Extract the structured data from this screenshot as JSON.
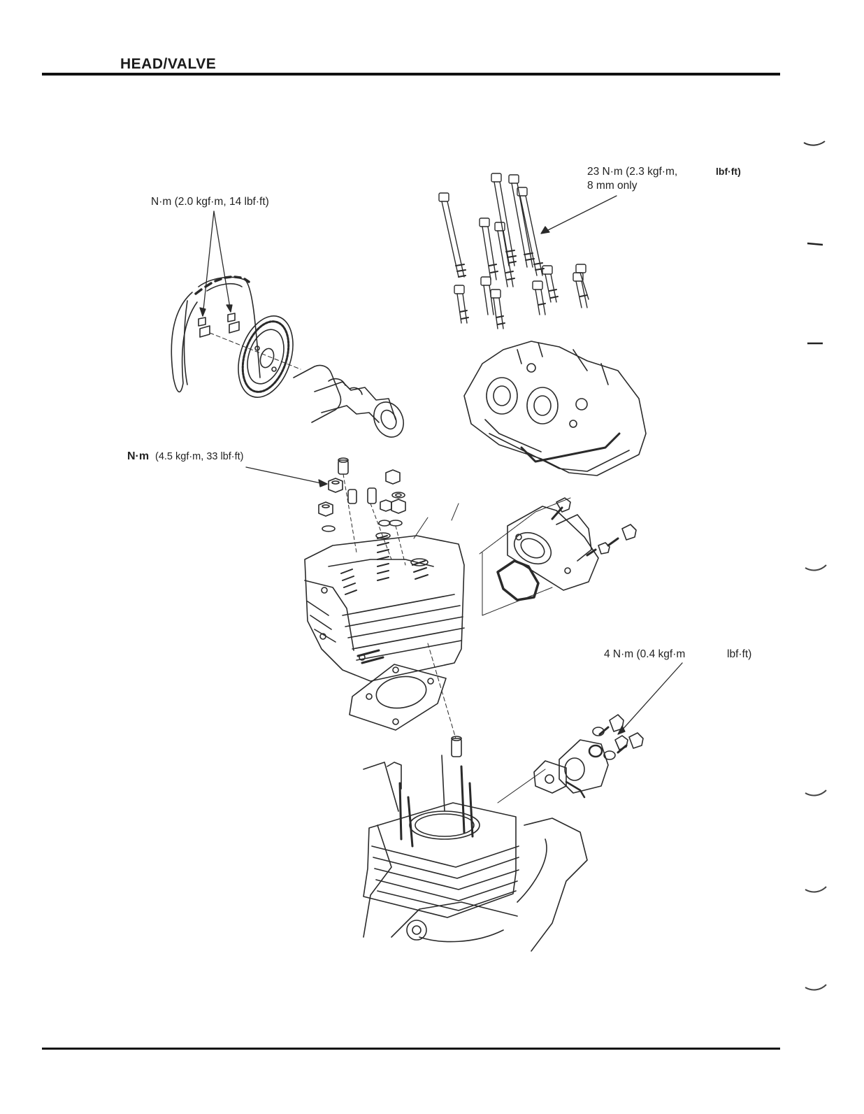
{
  "header": {
    "title": "HEAD/VALVE"
  },
  "callouts": {
    "cam_sprocket_bolts": "N·m (2.0 kgf·m, 14 lbf·ft)",
    "head_bolts_line1": "23 N·m (2.3 kgf·m,",
    "head_bolts_line1b": "lbf·ft)",
    "head_bolts_line2": "8 mm only",
    "head_nuts_prefix": "N·m",
    "head_nuts_rest": "(4.5 kgf·m, 33 lbf·ft)",
    "tensioner_bolts_a": "4 N·m (0.4 kgf·m",
    "tensioner_bolts_b": "lbf·ft)"
  }
}
